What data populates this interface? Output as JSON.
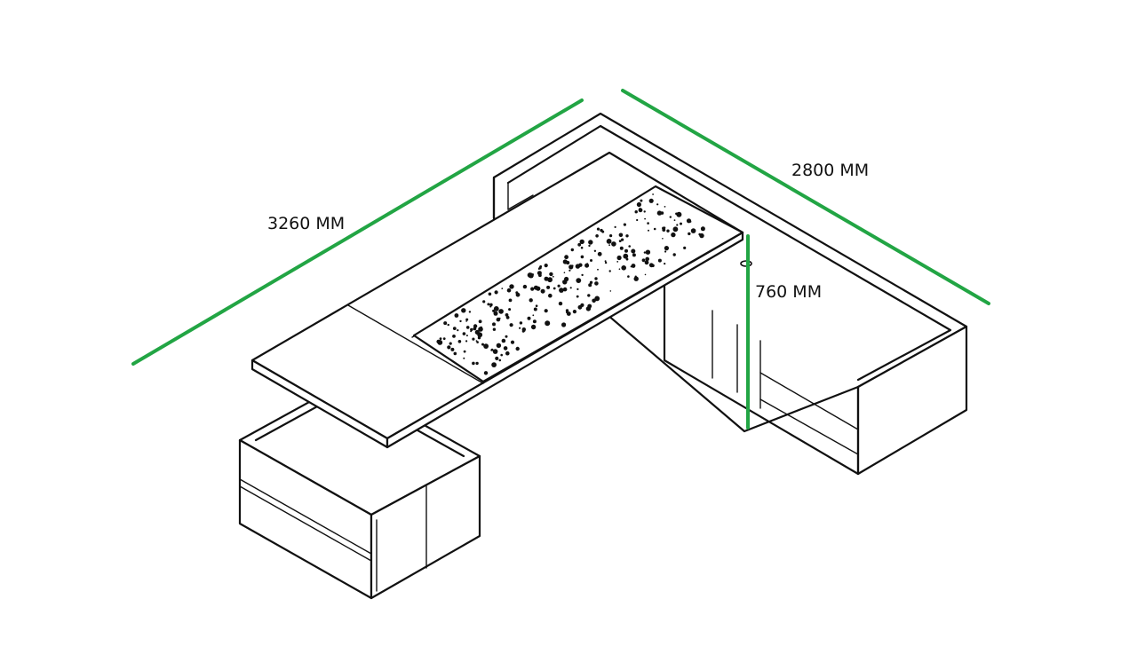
{
  "drawing": {
    "subject": "L-shaped executive desk",
    "dimensions": {
      "length": "3260 MM",
      "depth": "2800 MM",
      "height": "760 MM"
    },
    "colors": {
      "dimension_line": "#22a544",
      "outline": "#111111",
      "background": "#ffffff"
    }
  }
}
